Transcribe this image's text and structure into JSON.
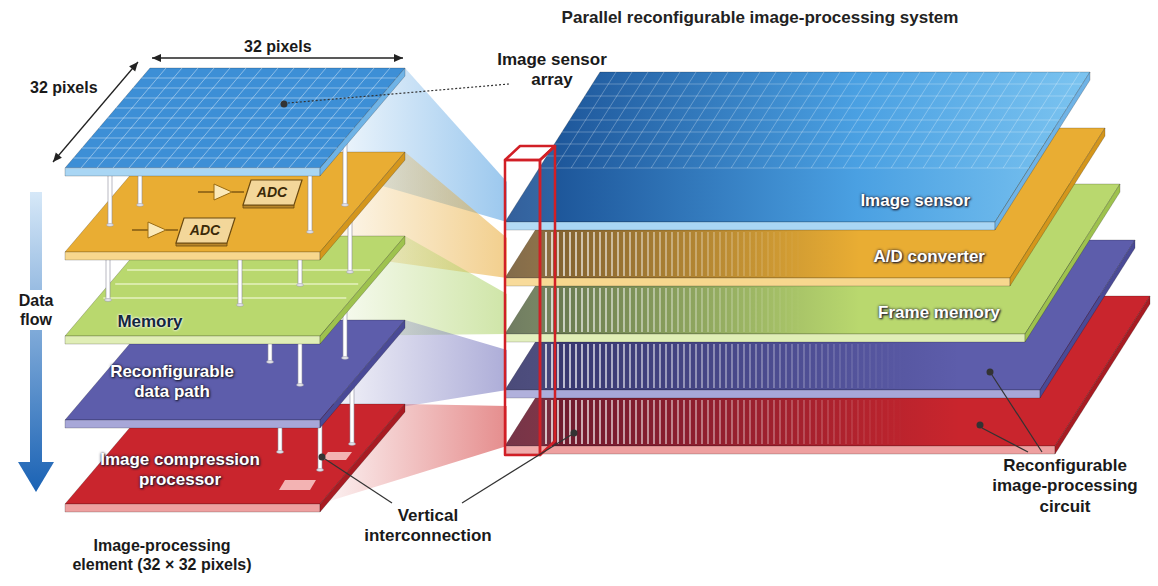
{
  "diagram": {
    "title": "Parallel reconfigurable image-processing system",
    "nodes": [
      {
        "text": [
          "ADC"
        ]
      },
      {
        "text": [
          "ADC"
        ]
      },
      {
        "text": [
          "Memory"
        ]
      },
      {
        "text": [
          "Reconfigurable data path"
        ]
      },
      {
        "text": [
          "Image compression processor"
        ]
      },
      {
        "text": [
          "Image sensor"
        ]
      },
      {
        "text": [
          "A/D converter"
        ]
      },
      {
        "text": [
          "Frame memory"
        ]
      }
    ],
    "labels": [
      "32 pixels",
      "32 pixels",
      "Image sensor array",
      "Data flow",
      "Vertical interconnection",
      "Reconfigurable image-processing circuit",
      "Image-processing element (32 × 32 pixels)"
    ]
  }
}
